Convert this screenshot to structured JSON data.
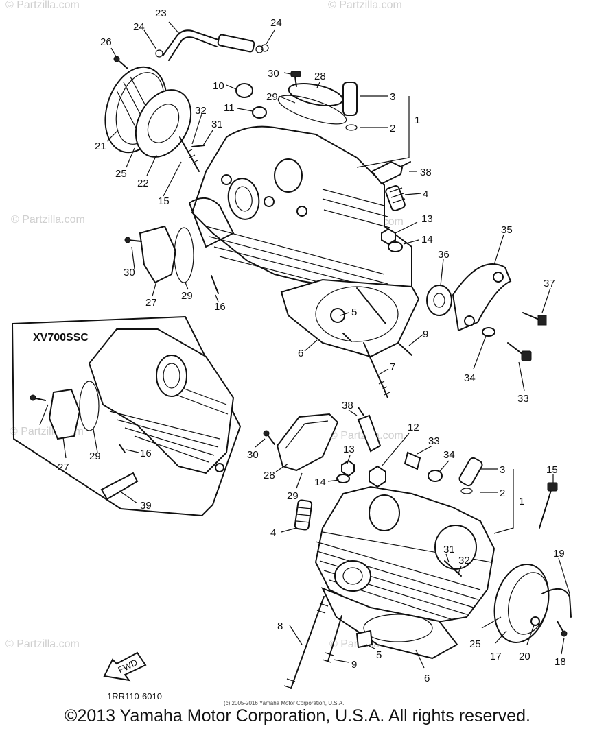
{
  "watermarks": [
    "© Partzilla.com",
    "© Partzilla.com",
    "© Partzilla.com",
    "© Partzilla.com",
    "© Partzilla.com",
    "© Partzilla.com",
    "© Partzilla.com",
    "© Partzilla.com"
  ],
  "inset": {
    "title": "XV700SSC"
  },
  "labels": [
    "23",
    "24",
    "24",
    "26",
    "30",
    "28",
    "10",
    "3",
    "29",
    "11",
    "2",
    "1",
    "32",
    "31",
    "38",
    "21",
    "25",
    "22",
    "15",
    "4",
    "13",
    "14",
    "35",
    "30",
    "36",
    "37",
    "27",
    "29",
    "16",
    "5",
    "9",
    "6",
    "34",
    "33",
    "7",
    "27",
    "29",
    "16",
    "39",
    "38",
    "12",
    "33",
    "34",
    "3",
    "15",
    "30",
    "13",
    "28",
    "14",
    "29",
    "2",
    "1",
    "4",
    "31",
    "32",
    "19",
    "8",
    "5",
    "25",
    "17",
    "20",
    "18",
    "9",
    "6"
  ],
  "fwd_label": "FWD",
  "diagram_code": "1RR110-6010",
  "fine_print": "(c) 2005-2016 Yamaha Motor Corporation, U.S.A.",
  "copyright": "©2013 Yamaha Motor Corporation, U.S.A. All rights reserved."
}
